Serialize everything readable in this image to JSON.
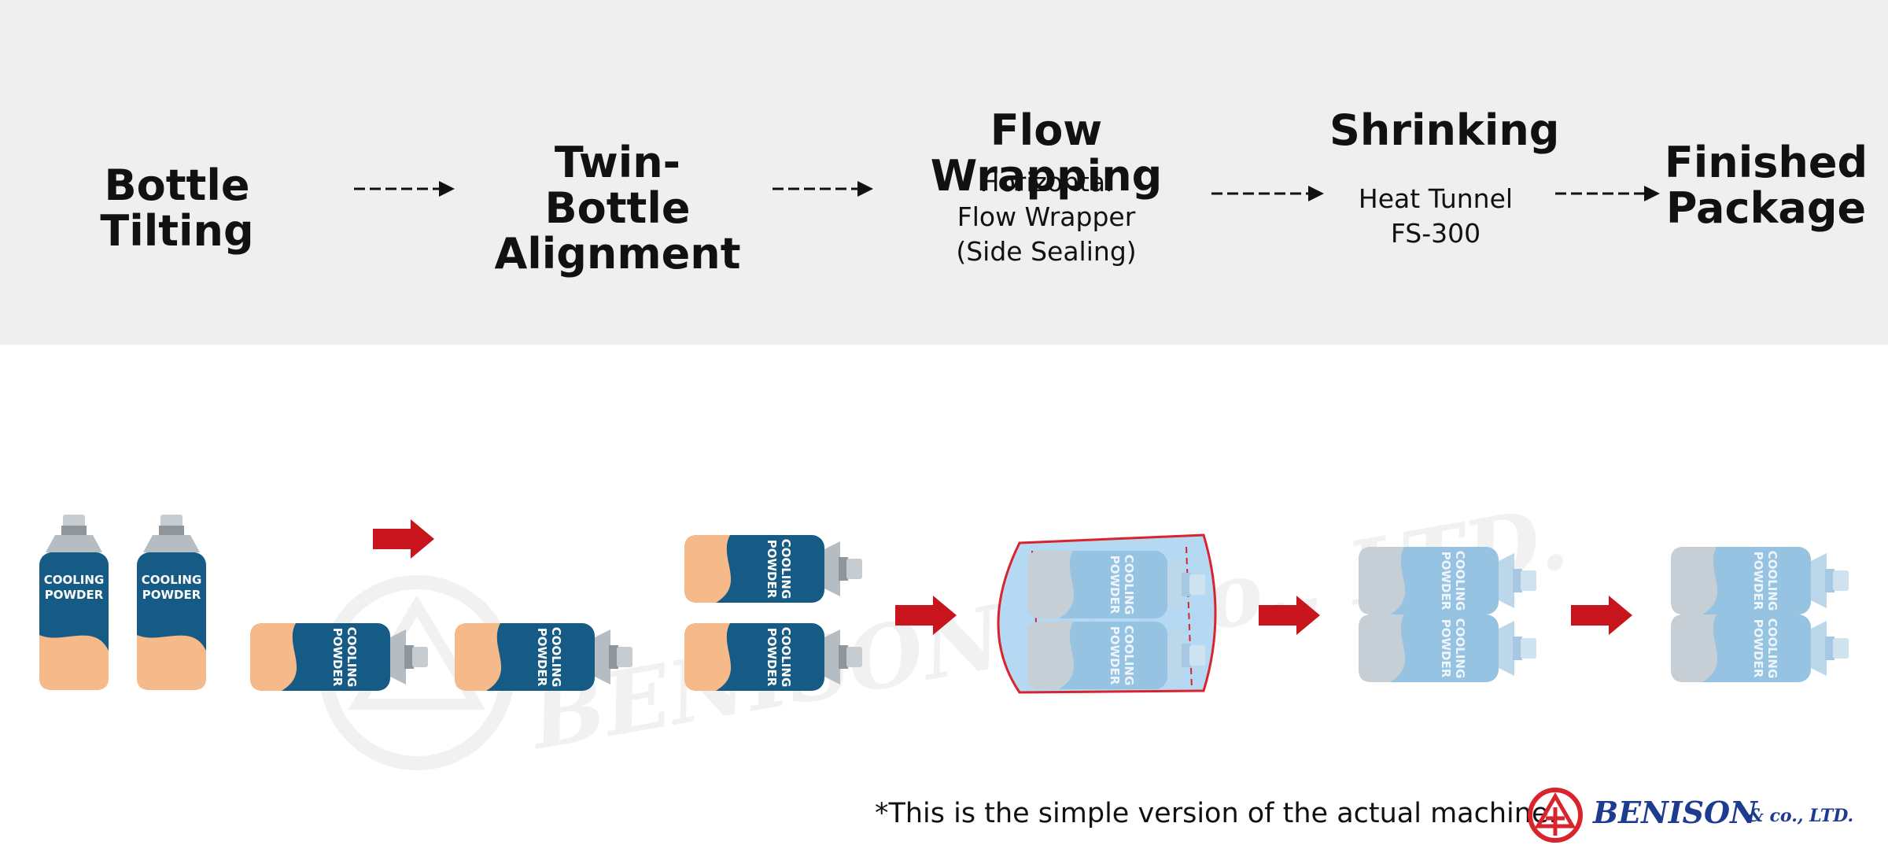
{
  "steps": [
    {
      "title": "Bottle Tilting",
      "subtitle": ""
    },
    {
      "title": "Twin-Bottle\nAlignment",
      "subtitle": ""
    },
    {
      "title": "Flow Wrapping",
      "subtitle": "Horizontal\nFlow Wrapper\n(Side Sealing)"
    },
    {
      "title": "Shrinking",
      "subtitle": "Heat Tunnel\nFS-300"
    },
    {
      "title": "Finished\nPackage",
      "subtitle": ""
    }
  ],
  "bottle_label": {
    "line1": "COOLING",
    "line2": "POWDER"
  },
  "footnote": "*This is the simple version of the actual machine.",
  "brand": {
    "name": "BENISON",
    "suffix": "& co., LTD.",
    "watermark": "BENISON & Co., LTD."
  },
  "colors": {
    "background": "#ffffff",
    "header_band": "#efefef",
    "bottle_blue": "#155b85",
    "bottle_peach": "#f5b98a",
    "film_blue": "#8fc3e8",
    "wrap_outline": "#d9232d",
    "process_arrow_red": "#c8141c",
    "brand_blue": "#1d3b8f",
    "logo_red": "#d9232d"
  },
  "icons": [
    "dashed-arrow-icon",
    "red-arrow-icon",
    "bottle-icon",
    "benison-logo-icon"
  ]
}
